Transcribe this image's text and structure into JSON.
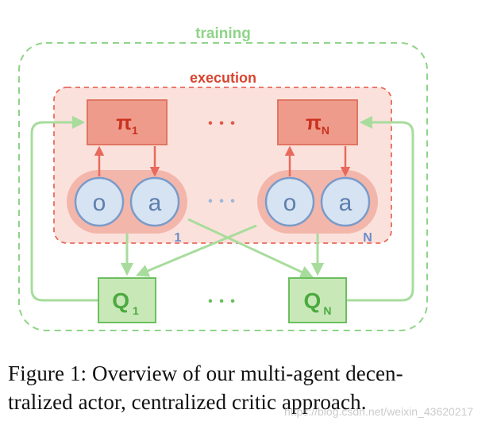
{
  "diagram": {
    "training_label": "training",
    "execution_label": "execution",
    "policy_left": {
      "base": "π",
      "sub": "1"
    },
    "policy_right": {
      "base": "π",
      "sub": "N"
    },
    "policy_dots": "• • •",
    "agent_left": {
      "obs": "o",
      "act": "a",
      "index": "1"
    },
    "agent_right": {
      "obs": "o",
      "act": "a",
      "index": "N"
    },
    "agent_dots": "• • •",
    "critic_left": {
      "base": "Q",
      "sub": "1"
    },
    "critic_right": {
      "base": "Q",
      "sub": "N"
    },
    "critic_dots": "• • •"
  },
  "caption": {
    "line1": "Figure 1:  Overview of our multi-agent decen-",
    "line2": "tralized actor, centralized critic approach."
  },
  "watermark": "https://blog.csdn.net/weixin_43620217",
  "colors": {
    "training_green": "#7fcf7a",
    "critic_fill": "#c9e8b8",
    "critic_stroke": "#6cbf5f",
    "critic_text": "#4caa3f",
    "execution_fill": "#f9d9d4",
    "execution_stroke": "#e86a5c",
    "execution_text": "#d8442f",
    "policy_fill": "#ef9b8c",
    "agent_pill": "#f1b1a6",
    "node_fill": "#d6e3f2",
    "node_stroke": "#6f93c4",
    "node_text": "#5c7fae",
    "index_text": "#6a8cc7"
  }
}
